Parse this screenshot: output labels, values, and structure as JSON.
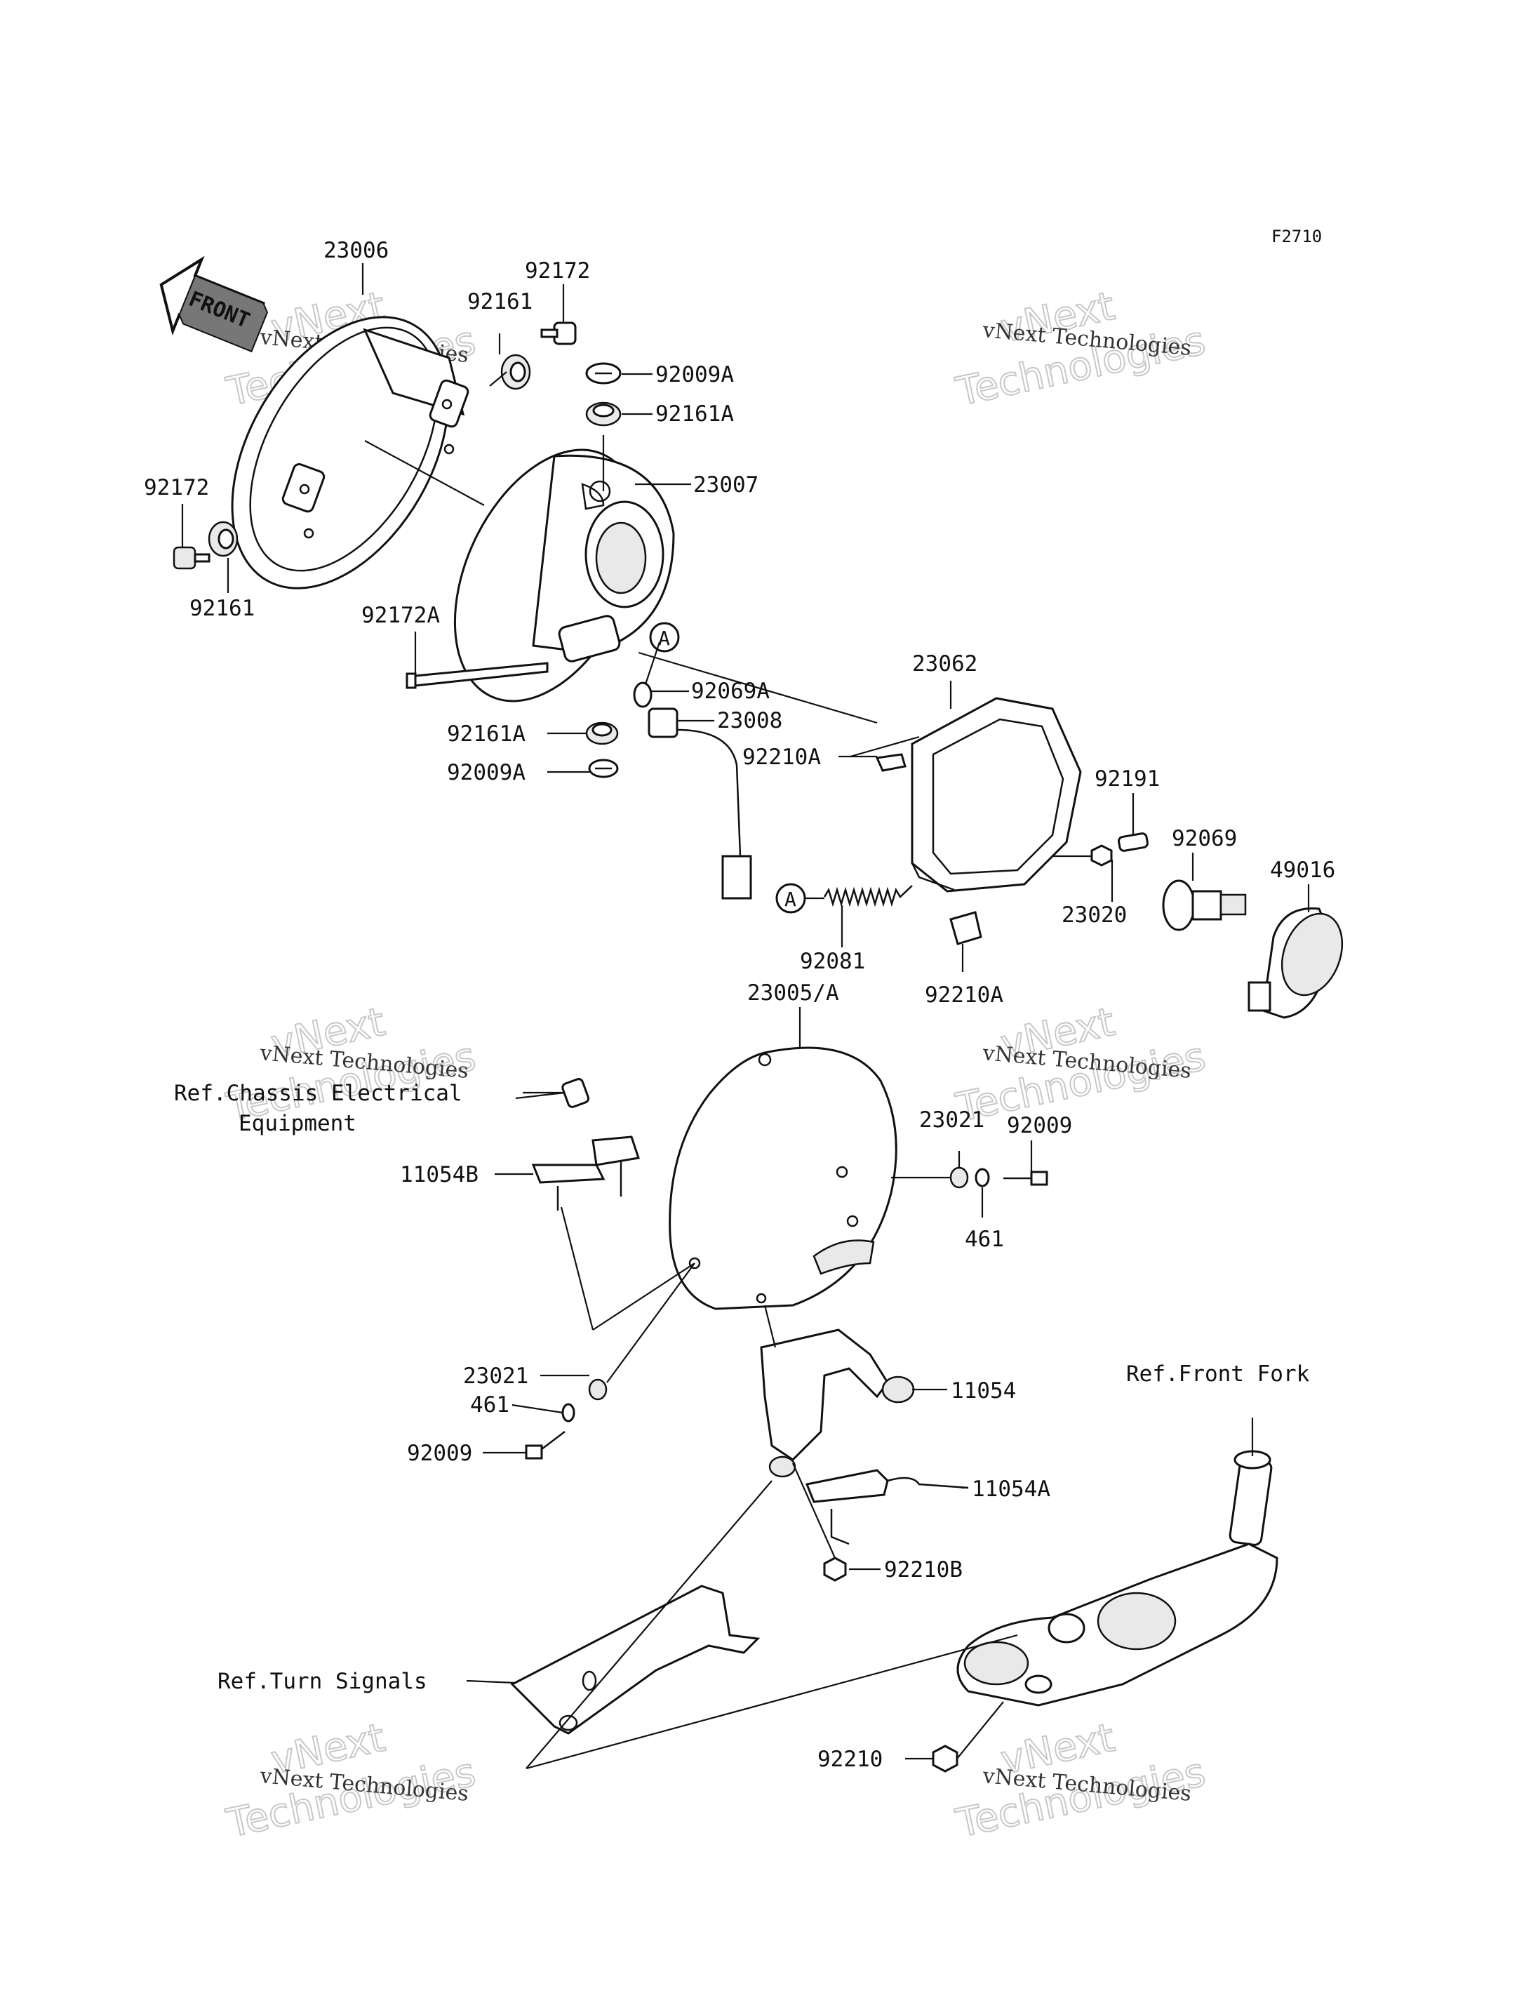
{
  "diagram_code": "F2710",
  "watermark": {
    "line1": "vNext",
    "line2": "Technologies",
    "caption": "vNext Technologies"
  },
  "front_marker": {
    "text": "FRONT",
    "icon": "front-arrow-icon"
  },
  "callout_letter": "A",
  "parts": {
    "p23006": "23006",
    "p92172_top": "92172",
    "p92161_top": "92161",
    "p92009A_top": "92009A",
    "p92161A_top": "92161A",
    "p23007": "23007",
    "p92172_left": "92172",
    "p92161_left": "92161",
    "p92172A": "92172A",
    "p92069A": "92069A",
    "p23008": "23008",
    "p92161A_bot": "92161A",
    "p92009A_bot": "92009A",
    "p23062": "23062",
    "p92210A_top": "92210A",
    "p92191": "92191",
    "p92069": "92069",
    "p49016": "49016",
    "p23020": "23020",
    "p92081": "92081",
    "p92210A_bot": "92210A",
    "p23005A": "23005/A",
    "p11054B": "11054B",
    "p23021_right": "23021",
    "p92009_right": "92009",
    "p461_right": "461",
    "p23021_left": "23021",
    "p461_left": "461",
    "p92009_left": "92009",
    "p11054": "11054",
    "p11054A": "11054A",
    "p92210B": "92210B",
    "p92210": "92210"
  },
  "references": {
    "chassis_line1": "Ref.Chassis Electrical",
    "chassis_line2": "Equipment",
    "front_fork": "Ref.Front Fork",
    "turn_signals": "Ref.Turn Signals"
  }
}
